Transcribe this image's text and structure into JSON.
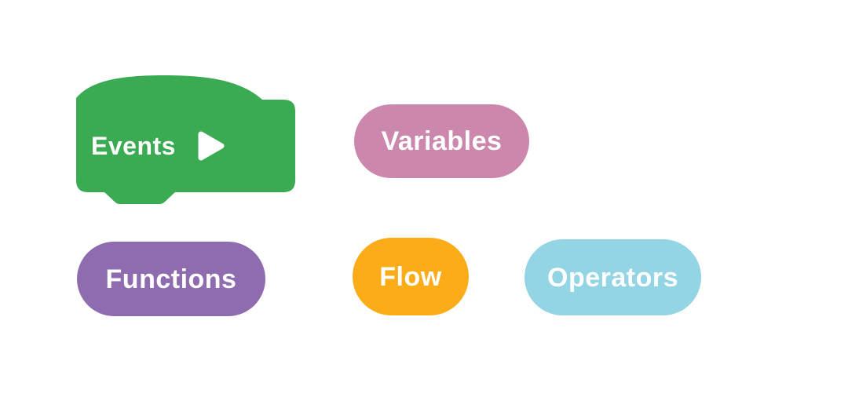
{
  "page": {
    "background": "#FFFFFF",
    "text_color": "#FFFFFF"
  },
  "categories": {
    "events": {
      "label": "Events",
      "color": "#3BAB53",
      "icon": "play-triangle-icon"
    },
    "variables": {
      "label": "Variables",
      "color": "#CC87AC"
    },
    "functions": {
      "label": "Functions",
      "color": "#8F6BB0"
    },
    "flow": {
      "label": "Flow",
      "color": "#FBAC18"
    },
    "operators": {
      "label": "Operators",
      "color": "#93D5E4"
    }
  }
}
